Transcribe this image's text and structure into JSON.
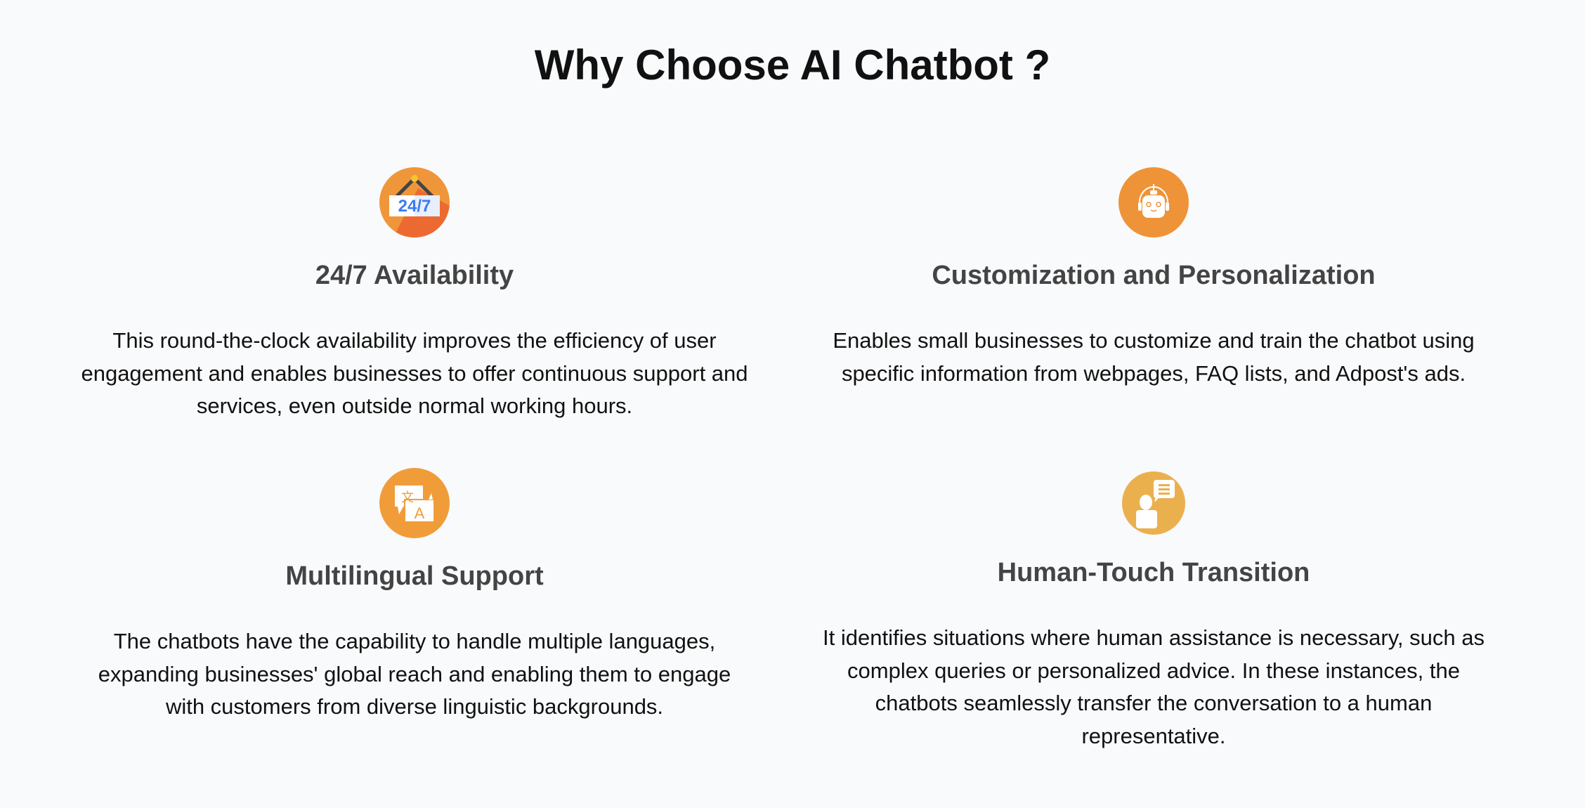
{
  "title": "Why Choose AI Chatbot ?",
  "colors": {
    "orange": "#f0963a",
    "orange_dark": "#ec6a32",
    "gold": "#ebb04e",
    "blue": "#3b7bef"
  },
  "features": [
    {
      "icon": "clock-24-7-icon",
      "icon_text": "24/7",
      "heading": "24/7 Availability",
      "description": "This round-the-clock availability improves the efficiency of user engagement and enables businesses to offer continuous support and services, even outside normal working hours."
    },
    {
      "icon": "robot-headset-icon",
      "heading": "Customization and Personalization",
      "description": "Enables small businesses to customize and train the chatbot using specific information from webpages, FAQ lists, and Adpost's ads."
    },
    {
      "icon": "translate-icon",
      "icon_text_a": "文",
      "icon_text_b": "A",
      "heading": "Multilingual Support",
      "description": "The chatbots have the capability to handle multiple languages, expanding businesses' global reach and enabling them to engage with customers from diverse linguistic backgrounds."
    },
    {
      "icon": "human-agent-chat-icon",
      "heading": "Human-Touch Transition",
      "description": "It identifies situations where human assistance is necessary, such as complex queries or personalized advice. In these instances, the chatbots seamlessly transfer the conversation to a human representative."
    }
  ]
}
